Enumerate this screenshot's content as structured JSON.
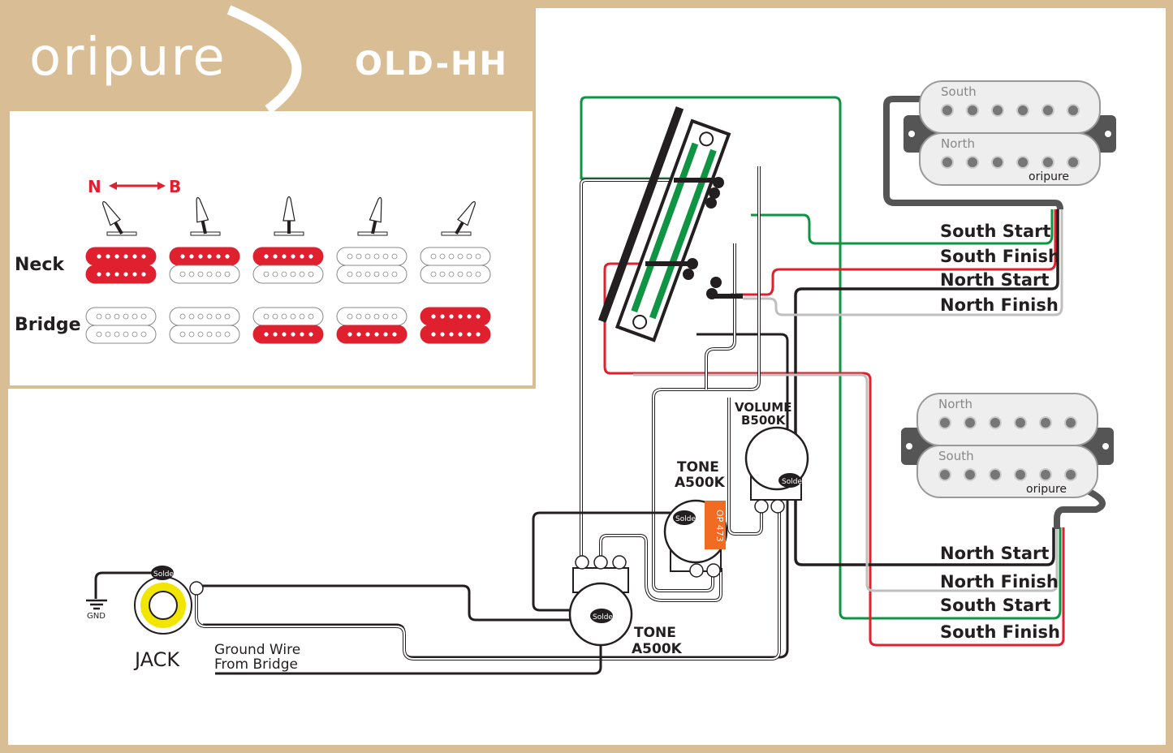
{
  "header": {
    "brand": "oripure",
    "registered_mark": "®",
    "model": "OLD-HH"
  },
  "colors": {
    "frame": "#d9bd94",
    "red": "#e0202e",
    "green": "#0f9444",
    "black": "#231f20",
    "grey": "#bfbfbf",
    "cap_orange": "#f26b22",
    "jack_yellow": "#f2e500"
  },
  "legend": {
    "direction": {
      "left": "N",
      "right": "B"
    },
    "rows": [
      {
        "label": "Neck",
        "active": [
          [
            "top",
            "bottom"
          ],
          [
            "top"
          ],
          [
            "top"
          ],
          [],
          []
        ]
      },
      {
        "label": "Bridge",
        "active": [
          [],
          [],
          [
            "bottom"
          ],
          [
            "bottom"
          ],
          [
            "top",
            "bottom"
          ]
        ]
      }
    ],
    "switch_positions": [
      "1",
      "2",
      "3",
      "4",
      "5"
    ]
  },
  "neck_pickup": {
    "top_coil": "South",
    "bottom_coil": "North",
    "logo": "oripure",
    "wires": [
      "South Start",
      "South Finish",
      "North Start",
      "North Finish"
    ]
  },
  "bridge_pickup": {
    "top_coil": "North",
    "bottom_coil": "South",
    "logo": "oripure",
    "wires": [
      "North Start",
      "North Finish",
      "South Start",
      "South Finish"
    ]
  },
  "components": {
    "volume": {
      "name": "VOLUME",
      "value": "B500K"
    },
    "tone1": {
      "name": "TONE",
      "value": "A500K"
    },
    "tone2": {
      "name": "TONE",
      "value": "A500K"
    },
    "capacitor": {
      "brand": "OP",
      "value": "473"
    },
    "solder": "Solder",
    "jack": "JACK",
    "gnd": "GND",
    "ground_wire_line1": "Ground Wire",
    "ground_wire_line2": "From Bridge"
  }
}
